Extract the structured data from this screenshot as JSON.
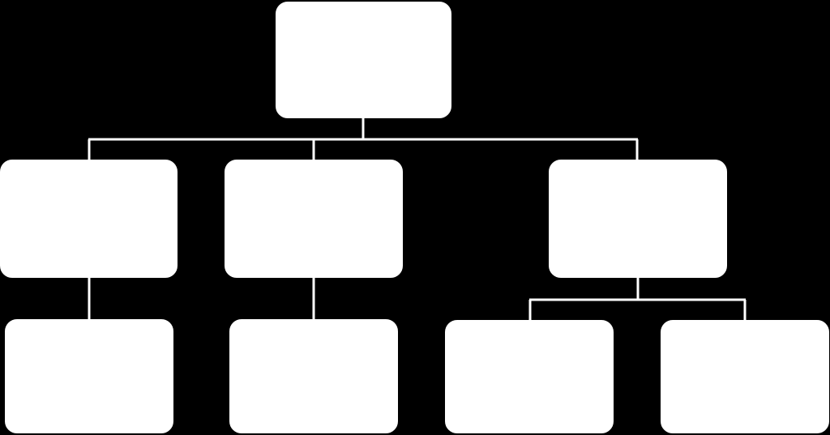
{
  "diagram": {
    "type": "org-chart",
    "background_color": "#000000",
    "node_color": "#ffffff",
    "line_color": "#ffffff",
    "nodes": [
      {
        "id": "root",
        "label": ""
      },
      {
        "id": "child-1",
        "label": ""
      },
      {
        "id": "child-2",
        "label": ""
      },
      {
        "id": "child-3",
        "label": ""
      },
      {
        "id": "grandchild-1",
        "label": ""
      },
      {
        "id": "grandchild-2",
        "label": ""
      },
      {
        "id": "grandchild-3",
        "label": ""
      },
      {
        "id": "grandchild-4",
        "label": ""
      }
    ],
    "edges": [
      {
        "from": "root",
        "to": "child-1"
      },
      {
        "from": "root",
        "to": "child-2"
      },
      {
        "from": "root",
        "to": "child-3"
      },
      {
        "from": "child-1",
        "to": "grandchild-1"
      },
      {
        "from": "child-2",
        "to": "grandchild-2"
      },
      {
        "from": "child-3",
        "to": "grandchild-3"
      },
      {
        "from": "child-3",
        "to": "grandchild-4"
      }
    ]
  }
}
